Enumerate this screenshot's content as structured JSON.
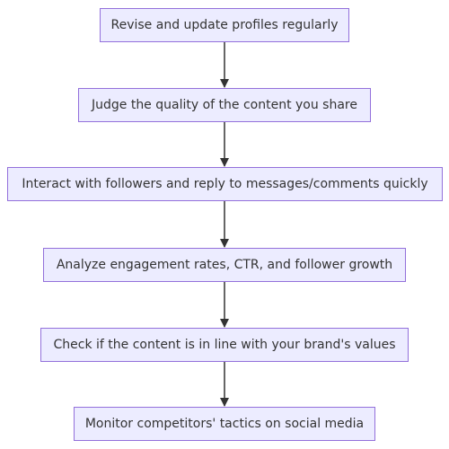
{
  "diagram": {
    "nodes": [
      {
        "label": "Revise and update profiles regularly"
      },
      {
        "label": "Judge the quality of the content you share"
      },
      {
        "label": "Interact with followers and reply to messages/comments quickly"
      },
      {
        "label": "Analyze engagement rates, CTR, and follower growth"
      },
      {
        "label": "Check if the content is in line with your brand's values"
      },
      {
        "label": "Monitor competitors' tactics on social media"
      }
    ],
    "edges": [
      {
        "from": 0,
        "to": 1
      },
      {
        "from": 1,
        "to": 2
      },
      {
        "from": 2,
        "to": 3
      },
      {
        "from": 3,
        "to": 4
      },
      {
        "from": 4,
        "to": 5
      }
    ],
    "colors": {
      "node_fill": "#ECECFF",
      "node_border": "#9370DB",
      "text": "#333333",
      "edge": "#333333"
    }
  }
}
